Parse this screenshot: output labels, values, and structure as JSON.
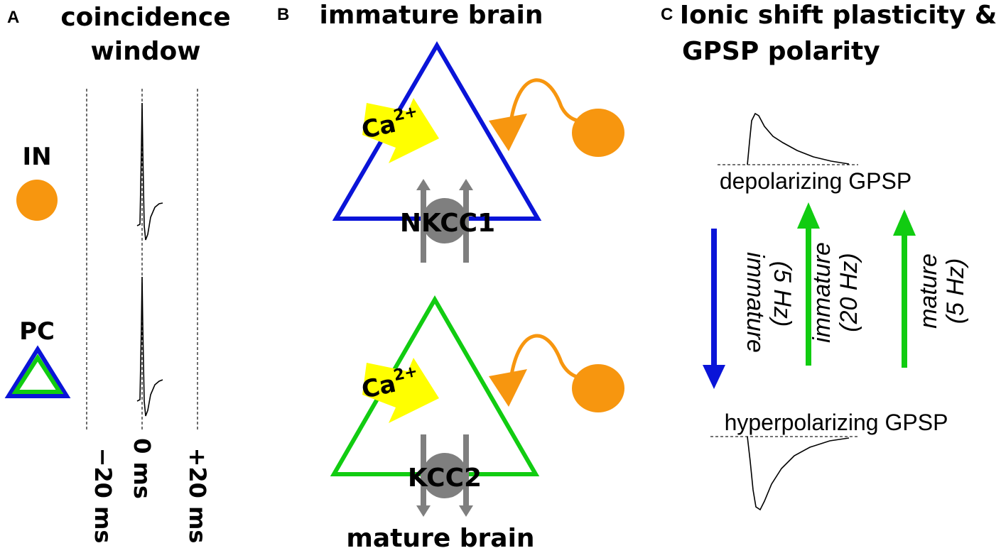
{
  "panels": {
    "a": {
      "letter": "A",
      "title_line1": "coincidence",
      "title_line2": "window",
      "in_label": "IN",
      "pc_label": "PC",
      "time_labels": [
        "−20 ms",
        "0 ms",
        "+20 ms"
      ]
    },
    "b": {
      "letter": "B",
      "title_top": "immature brain",
      "title_bottom": "mature brain",
      "ca_label": "Ca",
      "ca_sup": "2+",
      "transporter_top": "NKCC1",
      "transporter_bottom": "KCC2"
    },
    "c": {
      "letter": "C",
      "title_line1": "Ionic shift plasticity &",
      "title_line2": "GPSP polarity",
      "depol_label": "depolarizing GPSP",
      "hyper_label": "hyperpolarizing GPSP",
      "arrows": [
        {
          "line1": "immature",
          "line2": "(5 Hz)",
          "direction": "down",
          "color": "#0a14d8"
        },
        {
          "line1": "immature",
          "line2": "(20 Hz)",
          "direction": "up",
          "color": "#11cc11"
        },
        {
          "line1": "mature",
          "line2": "(5 Hz)",
          "direction": "up",
          "color": "#11cc11"
        }
      ]
    }
  },
  "colors": {
    "immature": "#0a14d8",
    "mature": "#11cc11",
    "interneuron": "#f7960f",
    "calcium": "#ffff00",
    "transporter": "#7f7f7f"
  }
}
